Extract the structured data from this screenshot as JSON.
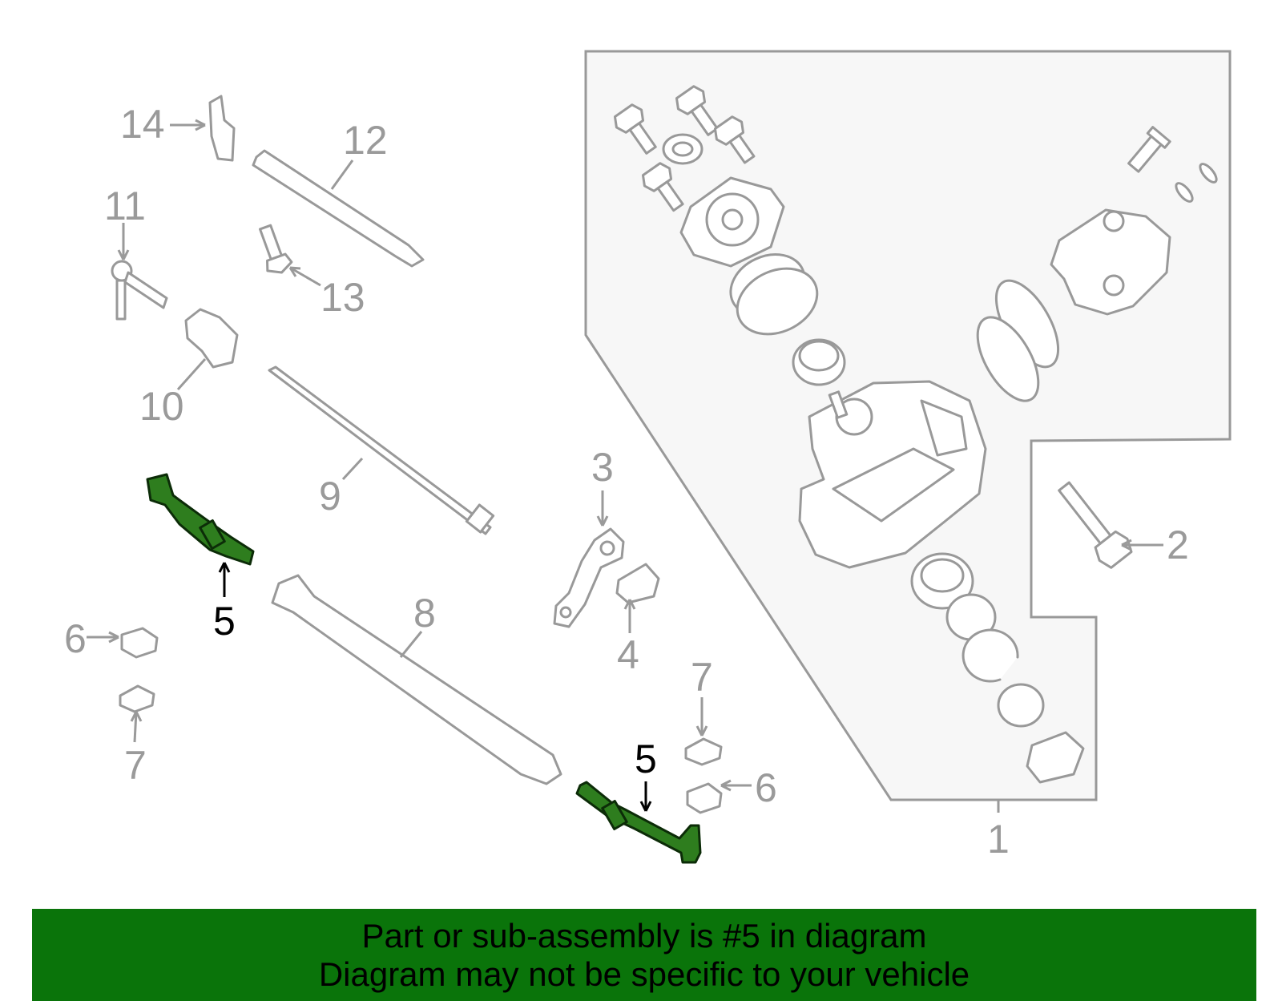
{
  "callouts": {
    "c1": "1",
    "c2": "2",
    "c3": "3",
    "c4": "4",
    "c5a": "5",
    "c5b": "5",
    "c6a": "6",
    "c6b": "6",
    "c7a": "7",
    "c7b": "7",
    "c8": "8",
    "c9": "9",
    "c10": "10",
    "c11": "11",
    "c12": "12",
    "c13": "13",
    "c14": "14"
  },
  "banner": {
    "line1": "Part or sub-assembly is #5 in diagram",
    "line2": "Diagram may not be specific to your vehicle"
  },
  "colors": {
    "highlight": "#2e7d1e",
    "banner": "#0a740a",
    "part_outline": "#999999",
    "assembly_fill": "#f7f7f7"
  }
}
